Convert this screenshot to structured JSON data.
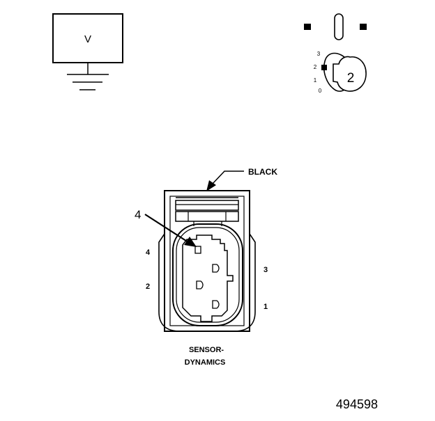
{
  "meter": {
    "symbol": "V"
  },
  "switch_diagram": {
    "positions": [
      "3",
      "2",
      "1",
      "0"
    ],
    "key_label": "2"
  },
  "connector": {
    "color_label": "BLACK",
    "callout_number": "4",
    "pin_labels": {
      "pin4": "4",
      "pin3": "3",
      "pin2": "2",
      "pin1": "1"
    },
    "name_line1": "SENSOR-",
    "name_line2": "DYNAMICS"
  },
  "figure_id": "494598"
}
